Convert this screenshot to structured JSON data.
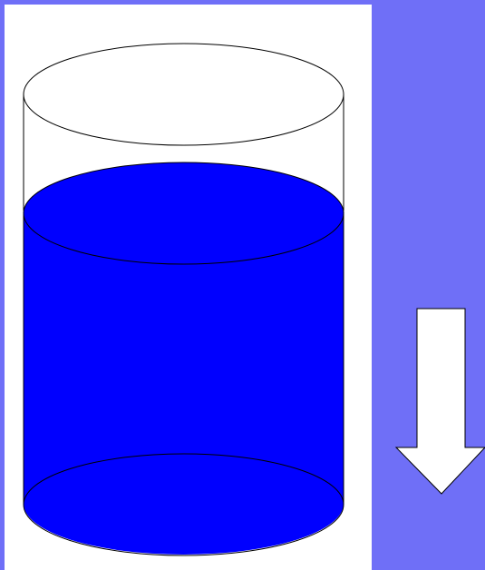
{
  "diagram": {
    "colors": {
      "background": "#6f6ff7",
      "panel": "#ffffff",
      "liquid": "#0000ff",
      "outline": "#000000",
      "arrow_fill": "#ffffff",
      "arrow_stroke": "#000000"
    },
    "container": {
      "shape": "cylinder",
      "fill_level": 0.82
    },
    "arrow": {
      "icon": "down-arrow-icon",
      "direction": "down"
    }
  }
}
